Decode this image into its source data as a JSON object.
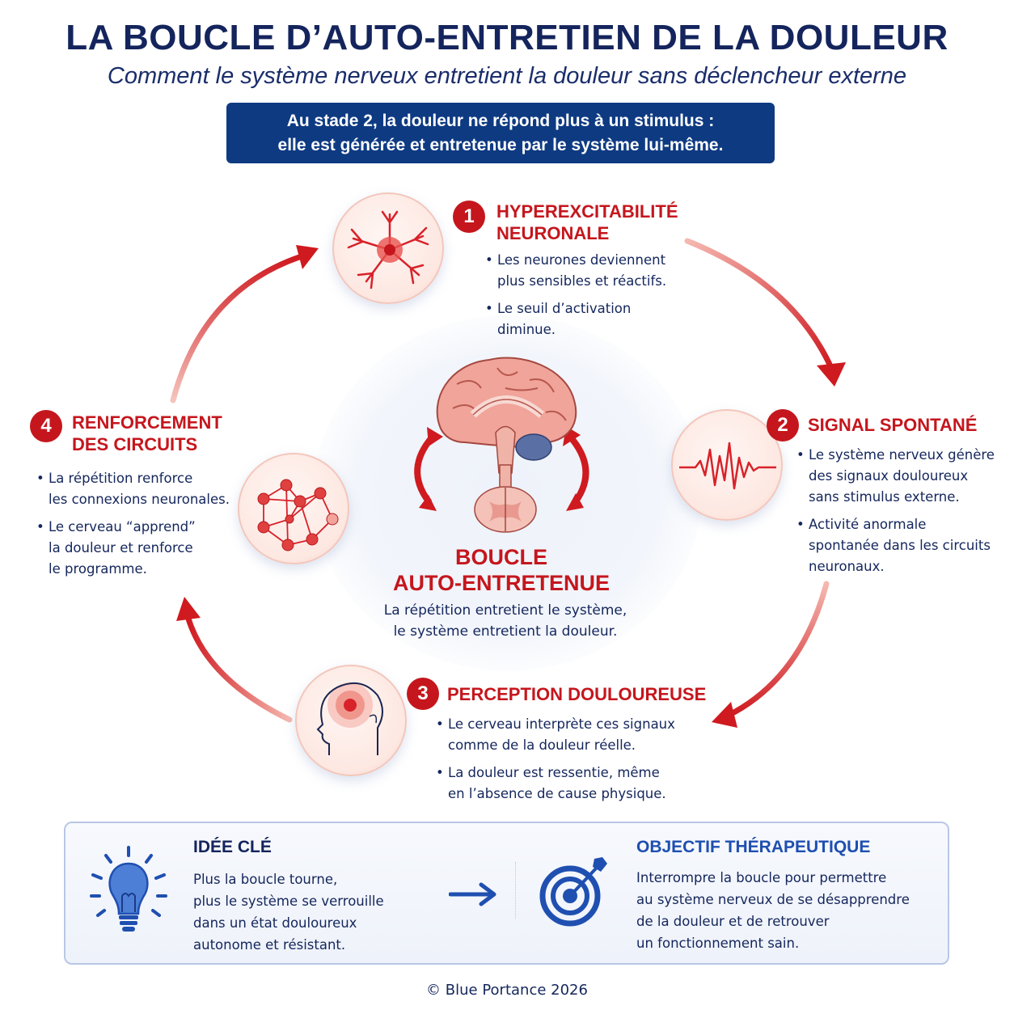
{
  "header": {
    "title": "LA BOUCLE D’AUTO-ENTRETIEN DE LA DOULEUR",
    "subtitle": "Comment le système nerveux entretient la douleur sans déclencheur externe",
    "banner_line1": "Au stade 2, la douleur ne répond plus à un stimulus :",
    "banner_line2": "elle est générée et entretenue par le système lui-même."
  },
  "colors": {
    "accent_red": "#c5161d",
    "navy": "#14245c",
    "banner_blue": "#0e3a82",
    "icon_blue": "#1f4fb0"
  },
  "steps": [
    {
      "number": "1",
      "title_line1": "HYPEREXCITABILITÉ",
      "title_line2": "NEURONALE",
      "icon": "neuron-icon",
      "bullets": [
        {
          "line1": "Les neurones deviennent",
          "line2": "plus sensibles et réactifs."
        },
        {
          "line1": "Le seuil d’activation",
          "line2": "diminue."
        }
      ]
    },
    {
      "number": "2",
      "title_line1": "SIGNAL SPONTANÉ",
      "icon": "signal-wave-icon",
      "bullets": [
        {
          "line1": "Le système nerveux génère",
          "line2": "des signaux douloureux",
          "line3": "sans stimulus externe."
        },
        {
          "line1": "Activité anormale",
          "line2": "spontanée dans les circuits",
          "line3": "neuronaux."
        }
      ]
    },
    {
      "number": "3",
      "title_line1": "PERCEPTION DOULOUREUSE",
      "icon": "head-pain-icon",
      "bullets": [
        {
          "line1": "Le cerveau interprète ces signaux",
          "line2": "comme de la douleur réelle."
        },
        {
          "line1": "La douleur est ressentie, même",
          "line2": "en l’absence de cause physique."
        }
      ]
    },
    {
      "number": "4",
      "title_line1": "RENFORCEMENT",
      "title_line2": "DES CIRCUITS",
      "icon": "network-icon",
      "bullets": [
        {
          "line1": "La répétition renforce",
          "line2": "les connexions neuronales."
        },
        {
          "line1": "Le cerveau “apprend”",
          "line2": "la douleur et renforce",
          "line3": "le programme."
        }
      ]
    }
  ],
  "center": {
    "title_line1": "BOUCLE",
    "title_line2": "AUTO-ENTRETENUE",
    "sub_line1": "La répétition entretient le système,",
    "sub_line2": "le système entretient la douleur."
  },
  "key_idea": {
    "title": "IDÉE CLÉ",
    "icon": "lightbulb-icon",
    "lines": [
      "Plus la boucle tourne,",
      "plus le système se verrouille",
      "dans un état douloureux",
      "autonome et résistant."
    ]
  },
  "objective": {
    "title": "OBJECTIF THÉRAPEUTIQUE",
    "icon": "target-icon",
    "lines": [
      "Interrompre la boucle pour permettre",
      "au système nerveux de se désapprendre",
      "de la douleur et de retrouver",
      "un fonctionnement sain."
    ]
  },
  "footer": {
    "copyright": "© Blue Portance 2026"
  }
}
